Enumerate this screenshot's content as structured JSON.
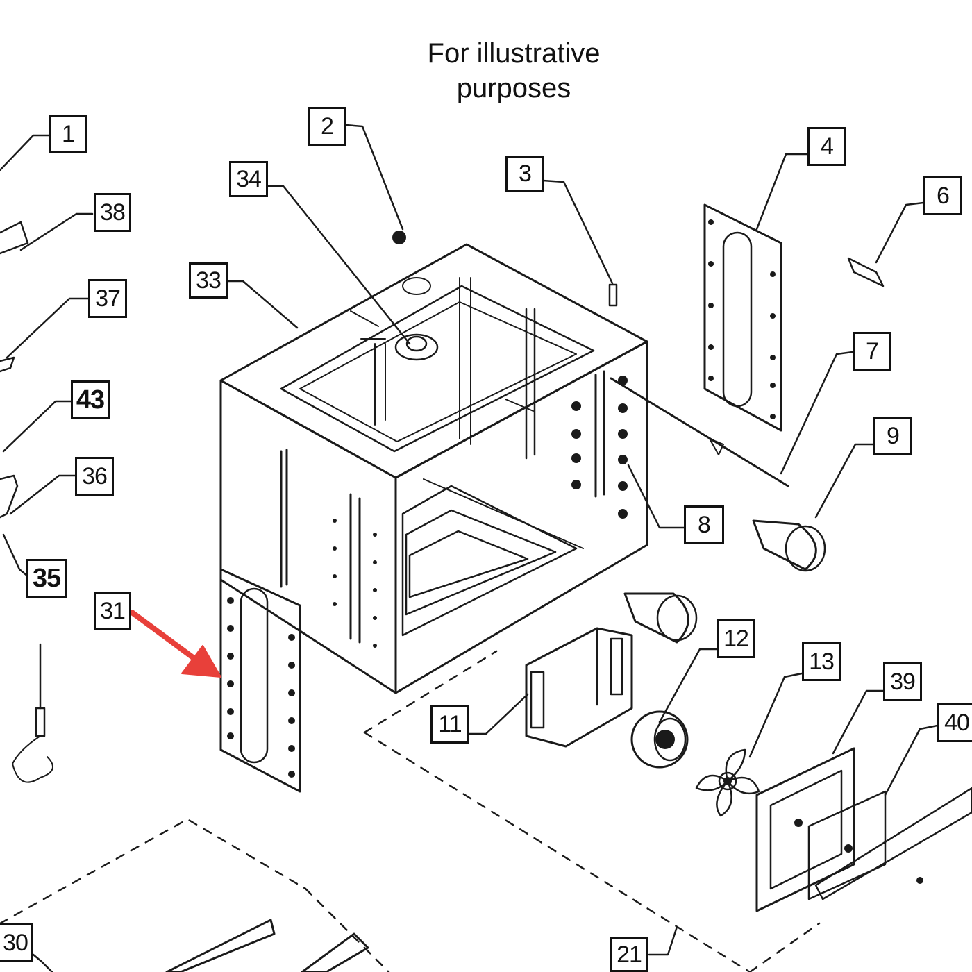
{
  "caption": {
    "line1": "For illustrative",
    "line2": "purposes"
  },
  "highlight_arrow_color": "#e8403a",
  "callouts": [
    {
      "id": "1",
      "label": "1"
    },
    {
      "id": "2",
      "label": "2"
    },
    {
      "id": "3",
      "label": "3"
    },
    {
      "id": "4",
      "label": "4"
    },
    {
      "id": "6",
      "label": "6"
    },
    {
      "id": "7",
      "label": "7"
    },
    {
      "id": "8",
      "label": "8"
    },
    {
      "id": "9",
      "label": "9"
    },
    {
      "id": "11",
      "label": "11"
    },
    {
      "id": "12",
      "label": "12"
    },
    {
      "id": "13",
      "label": "13"
    },
    {
      "id": "21",
      "label": "21"
    },
    {
      "id": "30",
      "label": "30"
    },
    {
      "id": "31",
      "label": "31"
    },
    {
      "id": "33",
      "label": "33"
    },
    {
      "id": "34",
      "label": "34"
    },
    {
      "id": "35",
      "label": "35"
    },
    {
      "id": "36",
      "label": "36"
    },
    {
      "id": "37",
      "label": "37"
    },
    {
      "id": "38",
      "label": "38"
    },
    {
      "id": "39",
      "label": "39"
    },
    {
      "id": "40",
      "label": "40"
    },
    {
      "id": "43",
      "label": "43"
    }
  ]
}
